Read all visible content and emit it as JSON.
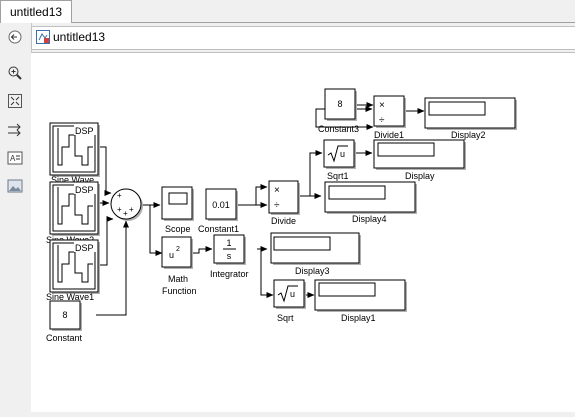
{
  "tab": {
    "label": "untitled13"
  },
  "address": {
    "model": "untitled13"
  },
  "toolbar": {
    "icons": [
      "back-icon",
      "zoom-icon",
      "fit-view-icon",
      "arrow-icon",
      "annotation-icon",
      "image-icon"
    ]
  },
  "blocks": {
    "sine_wave": {
      "label": "Sine Wave",
      "tag": "DSP"
    },
    "sine_wave2": {
      "label": "Sine Wave2",
      "tag": "DSP"
    },
    "sine_wave1": {
      "label": "Sine Wave1",
      "tag": "DSP"
    },
    "constant": {
      "label": "Constant",
      "value": "8"
    },
    "sum": {
      "signs": "+ + + +"
    },
    "scope": {
      "label": "Scope"
    },
    "math_function": {
      "label_line1": "Math",
      "label_line2": "Function",
      "expr": "u",
      "exp": "2"
    },
    "constant1": {
      "label": "Constant1",
      "value": "0.01"
    },
    "integrator": {
      "label": "Integrator",
      "num": "1",
      "den": "s"
    },
    "divide": {
      "label": "Divide",
      "times": "×",
      "div": "÷"
    },
    "constant3": {
      "label": "Constant3",
      "value": "8"
    },
    "divide1": {
      "label": "Divide1",
      "times": "×",
      "div": "÷"
    },
    "sqrt1": {
      "label": "Sqrt1",
      "arg": "u"
    },
    "sqrt": {
      "label": "Sqrt",
      "arg": "u"
    },
    "display": {
      "label": "Display"
    },
    "display1": {
      "label": "Display1"
    },
    "display2": {
      "label": "Display2"
    },
    "display3": {
      "label": "Display3"
    },
    "display4": {
      "label": "Display4"
    }
  }
}
